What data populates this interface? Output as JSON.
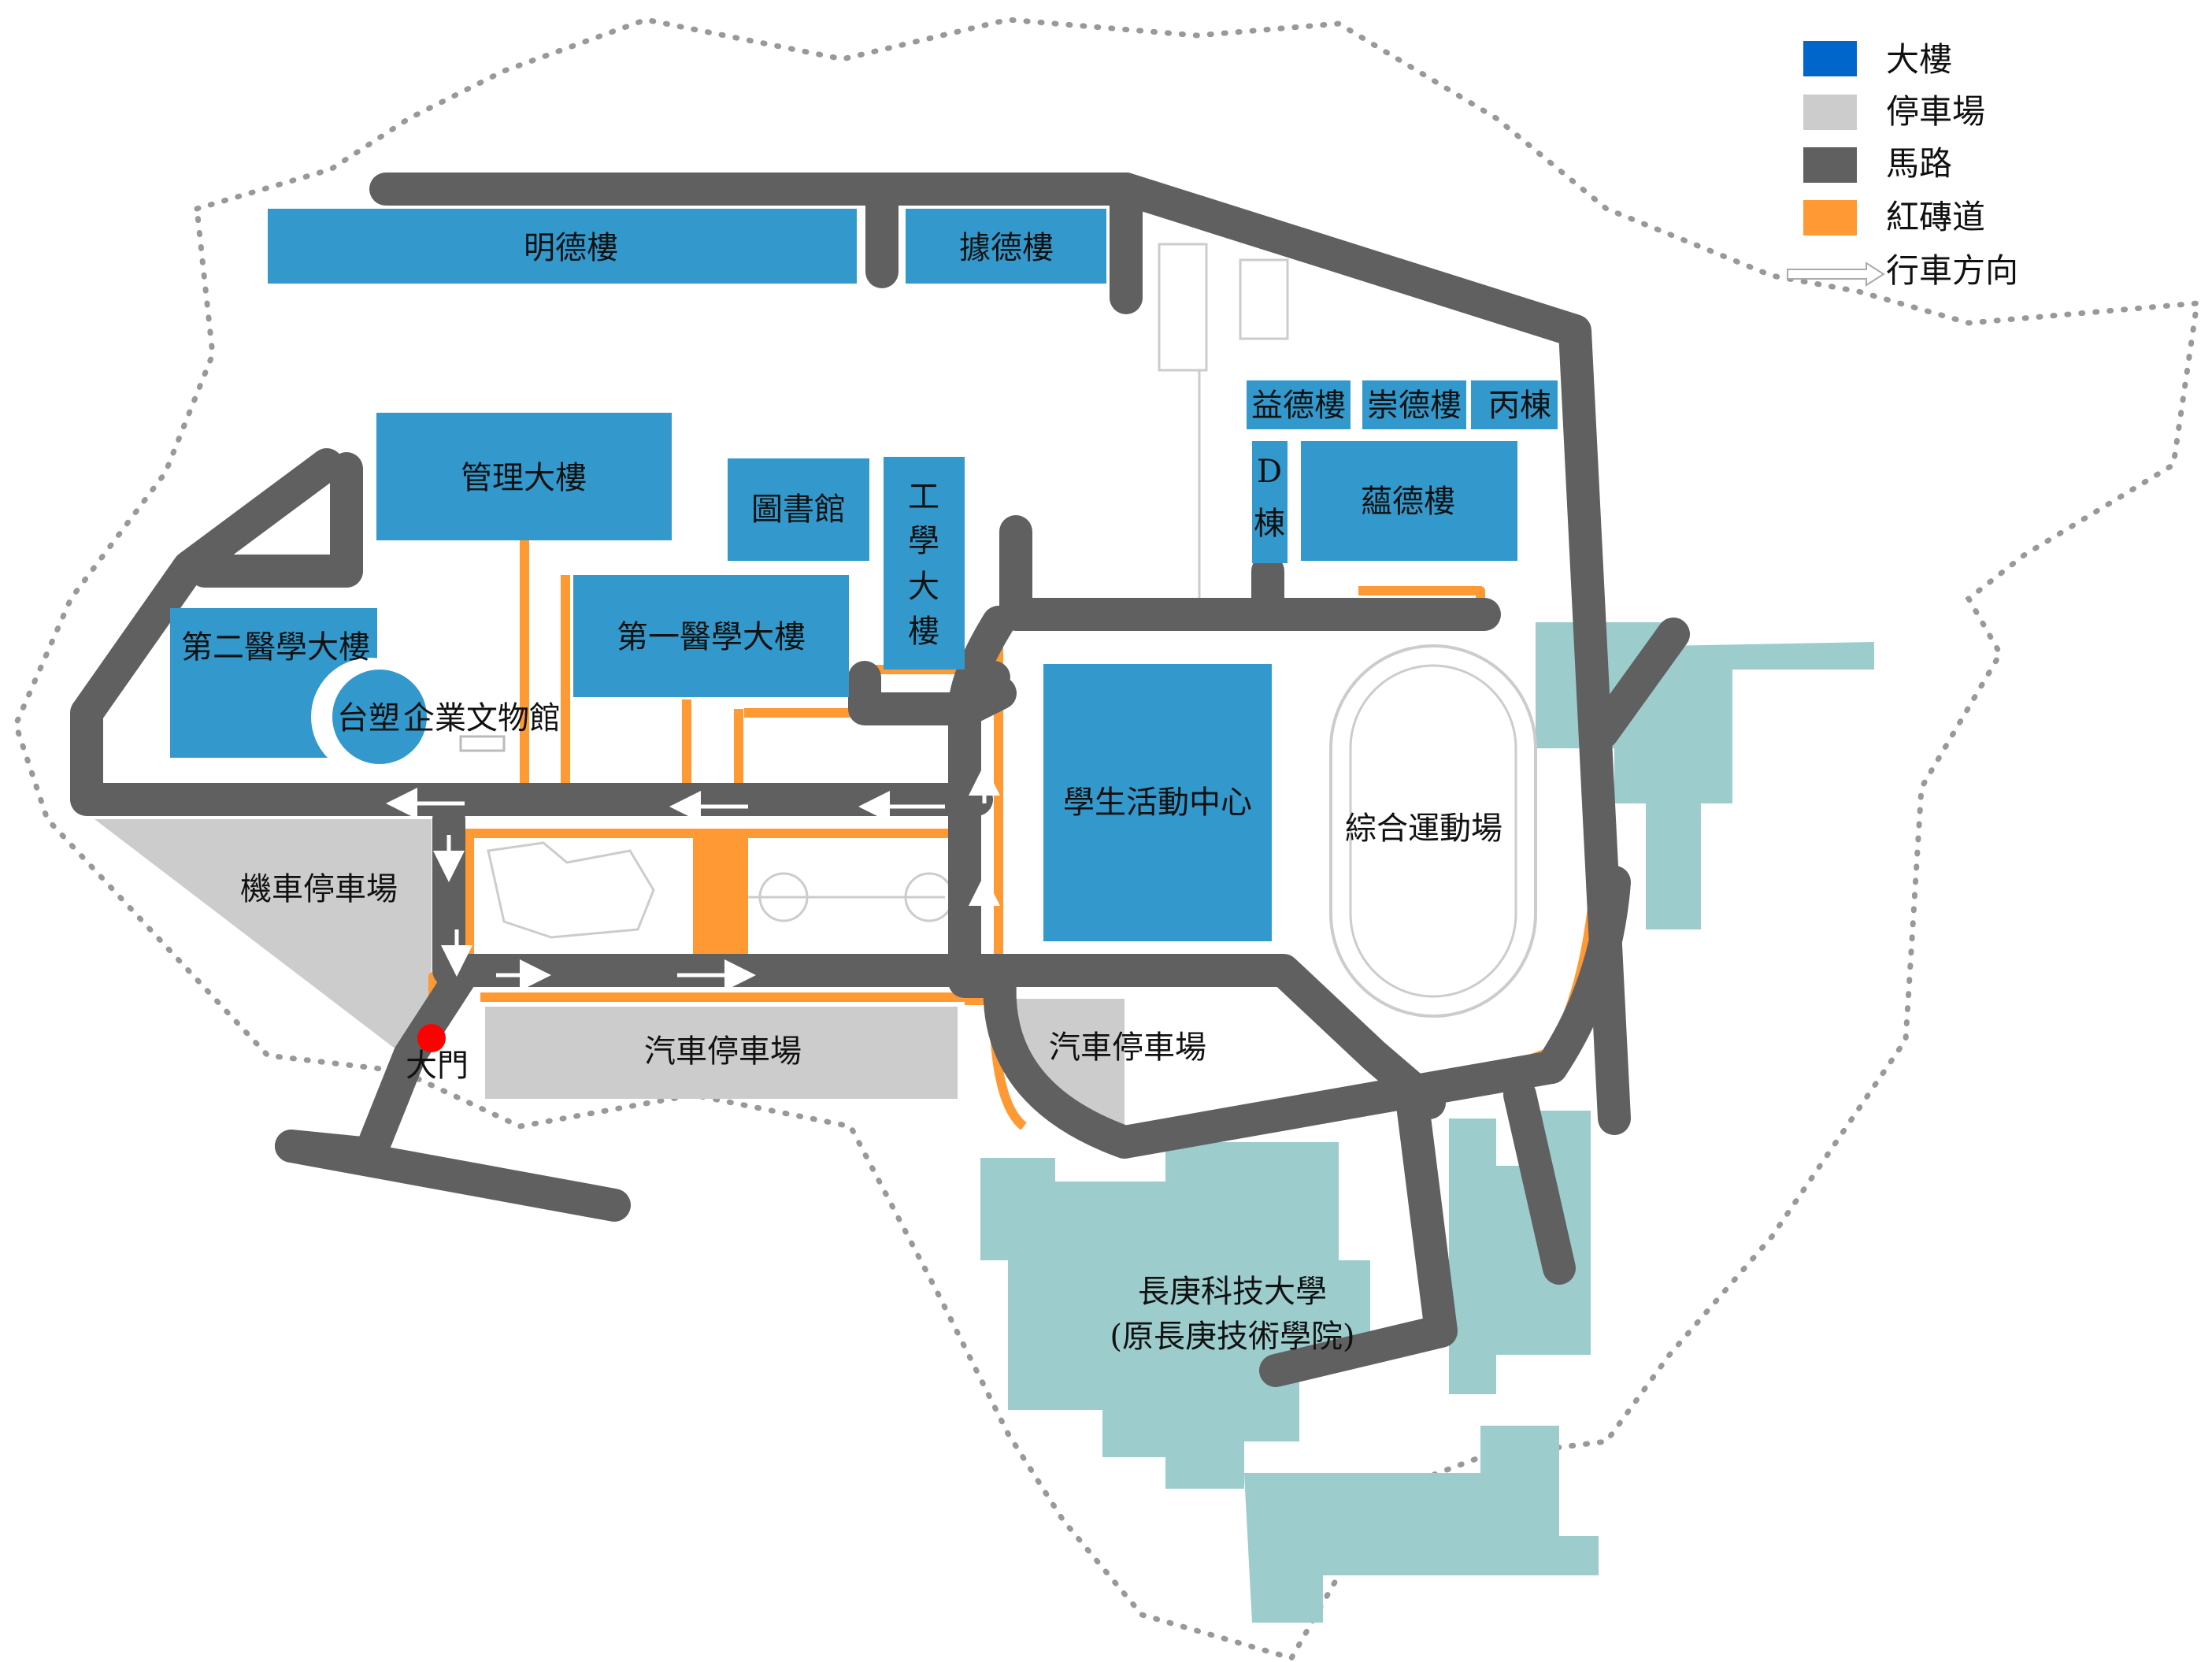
{
  "colors": {
    "building": "#3399cc",
    "parking": "#cccccc",
    "road": "#606060",
    "brick": "#ff9933",
    "other_campus": "#9ccccc",
    "boundary": "#999999",
    "legend_building": "#0066cc",
    "gate_dot": "#ff0000"
  },
  "legend": {
    "building": "大樓",
    "parking": "停車場",
    "road": "馬路",
    "brick": "紅磚道",
    "direction": "行車方向"
  },
  "buildings": {
    "mingde": "明德樓",
    "jude": "據德樓",
    "yide": "益德樓",
    "chongde": "崇德樓",
    "bing": "丙棟",
    "d_top": "D",
    "d_bottom": "棟",
    "yunde": "蘊德樓",
    "management": "管理大樓",
    "library": "圖書館",
    "engineering": [
      "工",
      "學",
      "大",
      "樓"
    ],
    "medical1": "第一醫學大樓",
    "medical2": "第二醫學大樓",
    "museum_a": "台塑",
    "museum_b": "企業文物館",
    "student_center": "學生活動中心"
  },
  "places": {
    "stadium": "綜合運動場",
    "moto_parking": "機車停車場",
    "car_parking_1": "汽車停車場",
    "car_parking_2": "汽車停車場",
    "gate": "大門",
    "other_campus_1": "長庚科技大學",
    "other_campus_2": "(原長庚技術學院)"
  }
}
